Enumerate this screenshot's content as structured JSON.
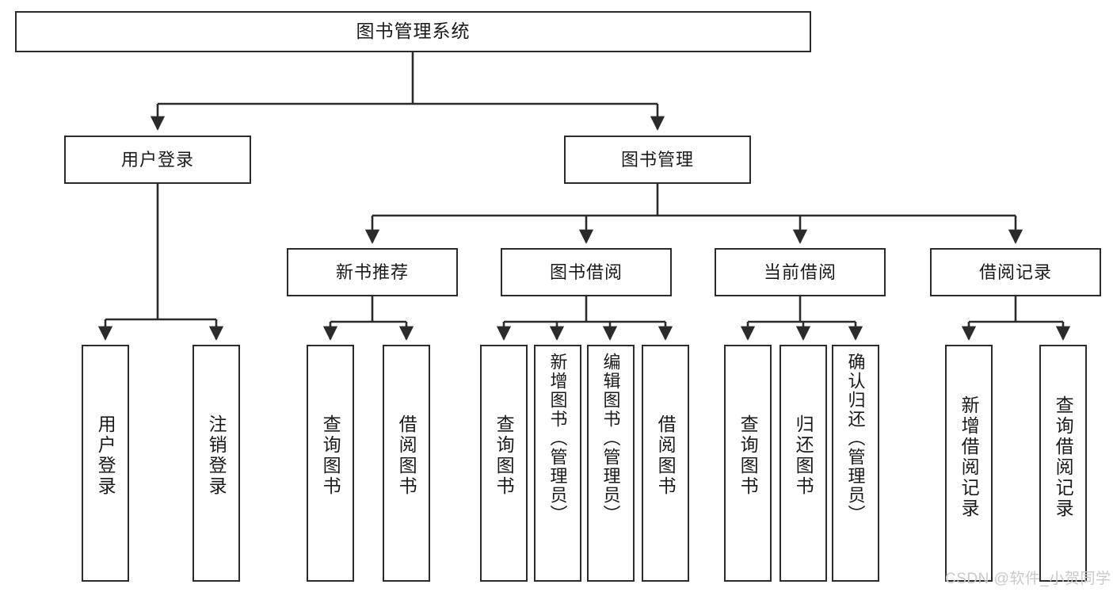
{
  "diagram": {
    "type": "tree",
    "title": "图书管理系统",
    "watermark": "CSDN @软件_小贺同学",
    "root": {
      "label": "图书管理系统"
    },
    "level2": [
      {
        "label": "用户登录"
      },
      {
        "label": "图书管理"
      }
    ],
    "level3": [
      {
        "label": "新书推荐"
      },
      {
        "label": "图书借阅"
      },
      {
        "label": "当前借阅"
      },
      {
        "label": "借阅记录"
      }
    ],
    "leaves": {
      "user_login": [
        {
          "label": "用户登录"
        },
        {
          "label": "注销登录"
        }
      ],
      "new_book": [
        {
          "label": "查询图书"
        },
        {
          "label": "借阅图书"
        }
      ],
      "borrow": [
        {
          "label": "查询图书"
        },
        {
          "label": "新增图书（管理员）"
        },
        {
          "label": "编辑图书（管理员）"
        },
        {
          "label": "借阅图书"
        }
      ],
      "current": [
        {
          "label": "查询图书"
        },
        {
          "label": "归还图书"
        },
        {
          "label": "确认归还（管理员）"
        }
      ],
      "records": [
        {
          "label": "新增借阅记录"
        },
        {
          "label": "查询借阅记录"
        }
      ]
    },
    "colors": {
      "stroke": "#2b2b2b",
      "fill": "#ffffff",
      "text": "#1a1a1a",
      "watermark": "#c9c9c9"
    }
  }
}
